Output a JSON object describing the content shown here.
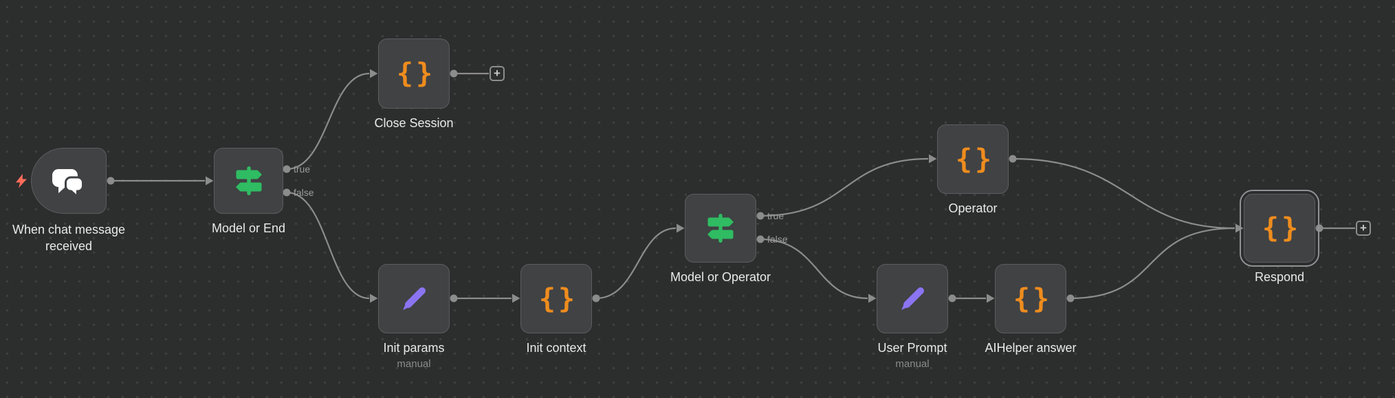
{
  "workflow": {
    "nodes": [
      {
        "id": "when-chat-message-received",
        "label": "When chat message received",
        "type": "chat-trigger",
        "icon": "chat-icon",
        "trigger": true
      },
      {
        "id": "model-or-end",
        "label": "Model or End",
        "type": "switch",
        "icon": "signpost-icon",
        "outputs": [
          "true",
          "false"
        ]
      },
      {
        "id": "close-session",
        "label": "Close Session",
        "type": "code",
        "icon": "code-icon"
      },
      {
        "id": "init-params",
        "label": "Init params",
        "subtitle": "manual",
        "type": "edit-fields",
        "icon": "pencil-icon"
      },
      {
        "id": "init-context",
        "label": "Init context",
        "type": "code",
        "icon": "code-icon"
      },
      {
        "id": "model-or-operator",
        "label": "Model or Operator",
        "type": "switch",
        "icon": "signpost-icon",
        "outputs": [
          "true",
          "false"
        ]
      },
      {
        "id": "operator",
        "label": "Operator",
        "type": "code",
        "icon": "code-icon"
      },
      {
        "id": "user-prompt",
        "label": "User Prompt",
        "subtitle": "manual",
        "type": "edit-fields",
        "icon": "pencil-icon"
      },
      {
        "id": "aihelper-answer",
        "label": "AIHelper answer",
        "type": "code",
        "icon": "code-icon"
      },
      {
        "id": "respond",
        "label": "Respond",
        "type": "code",
        "icon": "code-icon",
        "selected": true
      }
    ],
    "connections": [
      {
        "from": "when-chat-message-received",
        "to": "model-or-end"
      },
      {
        "from": "model-or-end",
        "output": "true",
        "to": "close-session"
      },
      {
        "from": "model-or-end",
        "output": "false",
        "to": "init-params"
      },
      {
        "from": "init-params",
        "to": "init-context"
      },
      {
        "from": "init-context",
        "to": "model-or-operator"
      },
      {
        "from": "model-or-operator",
        "output": "true",
        "to": "operator"
      },
      {
        "from": "model-or-operator",
        "output": "false",
        "to": "user-prompt"
      },
      {
        "from": "user-prompt",
        "to": "aihelper-answer"
      },
      {
        "from": "operator",
        "to": "respond"
      },
      {
        "from": "aihelper-answer",
        "to": "respond"
      }
    ],
    "icons": {
      "plus": "+",
      "code_glyph": "{}"
    },
    "colors": {
      "canvas_bg": "#2c2d2d",
      "canvas_dots": "#3e3f3f",
      "node_bg": "#404244",
      "node_border": "#5b5d60",
      "selected_outline": "#909295",
      "connection": "#8c8c8c",
      "label_text": "#e9eaea",
      "sub_label_text": "#8a8b8b",
      "code_icon": "#ee8c1e",
      "switch_icon": "#2fbc62",
      "edit_icon": "#8b74f2",
      "chat_icon": "#ffffff",
      "trigger_bolt": "#ff6d5a"
    }
  }
}
